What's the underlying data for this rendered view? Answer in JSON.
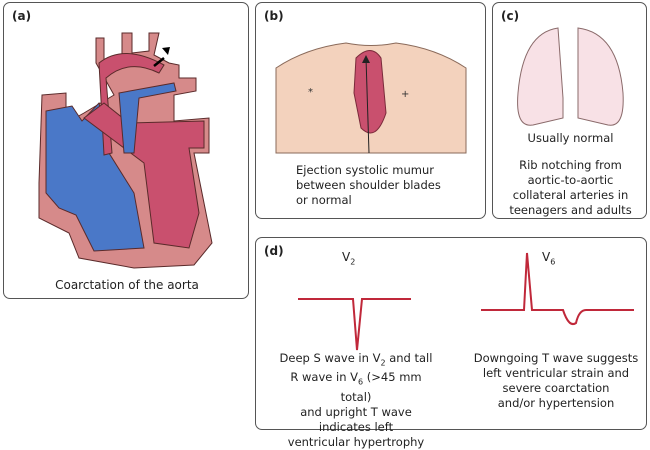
{
  "panel_a": {
    "label": "(a)",
    "caption": "Coarctation of the aorta"
  },
  "panel_b": {
    "label": "(b)",
    "caption_lines": [
      "Ejection systolic mumur",
      "between shoulder blades",
      "or normal"
    ]
  },
  "panel_c": {
    "label": "(c)",
    "line1": "Usually normal",
    "lines": [
      "Rib notching from",
      "aortic-to-aortic",
      "collateral arteries in",
      "teenagers and adults"
    ]
  },
  "panel_d": {
    "label": "(d)",
    "v2": {
      "lead": "V",
      "sub": "2"
    },
    "v6": {
      "lead": "V",
      "sub": "6"
    },
    "left_text": {
      "a": "Deep S wave in V",
      "a_sub": "2",
      "b": " and tall",
      "c": "R wave in V",
      "c_sub": "6",
      "d": " (>45 mm total)",
      "e": "and upright T wave",
      "f": "indicates left",
      "g": "ventricular hypertrophy"
    },
    "right_lines": [
      "Downgoing T wave suggests",
      "left ventricular strain and",
      "severe coarctation",
      "and/or hypertension"
    ]
  },
  "colors": {
    "artery": "#c9506e",
    "vein": "#4a78c8",
    "wall": "#d68a8a",
    "ecg": "#c0283a",
    "skin": "#f3d2bd"
  }
}
